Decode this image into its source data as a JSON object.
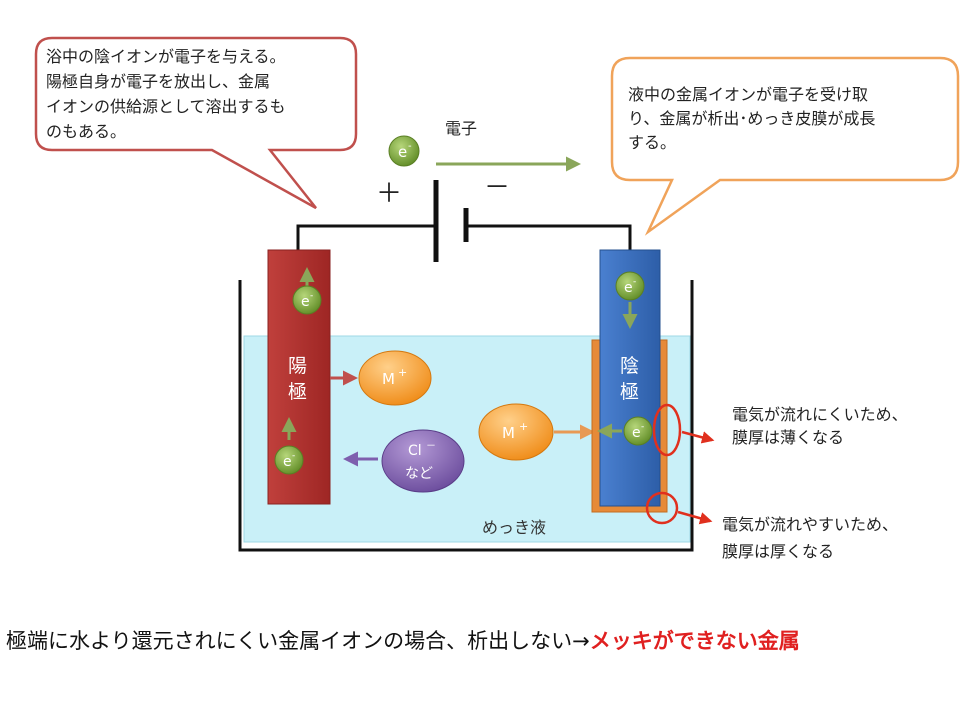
{
  "callouts": {
    "left_line1": "浴中の陰イオンが電子を与える。",
    "left_line2": "陽極自身が電子を放出し、金属",
    "left_line3": "イオンの供給源として溶出するも",
    "left_line4": "のもある。",
    "right_line1": "液中の金属イオンが電子を受け取",
    "right_line2": "り、金属が析出･めっき皮膜が成長",
    "right_line3": "する。"
  },
  "circuit": {
    "electron_symbol": "e",
    "electron_sup": "-",
    "electron_label": "電子",
    "plus": "＋",
    "minus": "－"
  },
  "anode": {
    "char1": "陽",
    "char2": "極"
  },
  "cathode": {
    "char1": "陰",
    "char2": "極"
  },
  "ions": {
    "metal_ion": "M",
    "metal_sup": "+",
    "chloride": "Cl",
    "chloride_sup": "－",
    "chloride_sub": "など"
  },
  "bath": {
    "label": "めっき液"
  },
  "notes": {
    "thin_line1": "電気が流れにくいため、",
    "thin_line2": "膜厚は薄くなる",
    "thick_line1": "電気が流れやすいため、",
    "thick_line2": "膜厚は厚くなる"
  },
  "bottom": {
    "main_text": "極端に水より還元されにくい金属イオンの場合、析出しない→",
    "highlight_text": "メッキができない金属"
  },
  "colors": {
    "anode": "#b5302e",
    "cathode": "#3a6fc0",
    "cathode_edge": "#d97a2b",
    "ion_orange": "#f39a2b",
    "ion_purple": "#7e5fae",
    "electron_green": "#7aa33a",
    "arrow_green": "#8aa65a",
    "bath": "#c9f0f8",
    "callout_left": "#c0504d",
    "callout_right": "#f0a35a",
    "highlight_red": "#e02020"
  }
}
